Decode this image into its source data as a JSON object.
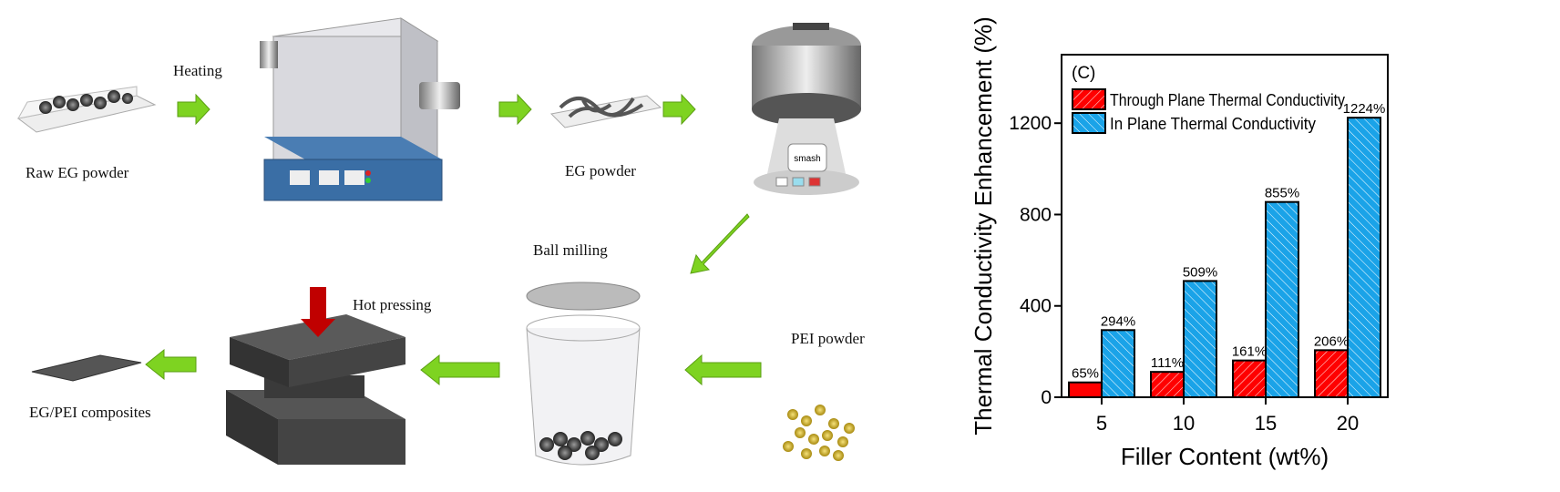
{
  "process": {
    "steps": {
      "raw": "Raw EG powder",
      "heating": "Heating",
      "eg": "EG powder",
      "smash": "smash",
      "ball_milling": "Ball milling",
      "pei": "PEI powder",
      "hot_pressing": "Hot pressing",
      "composite": "EG/PEI composites"
    },
    "colors": {
      "arrow": "#7ed321",
      "press_arrow": "#c00000",
      "furnace_base": "#3a6ea5"
    }
  },
  "chart_data": {
    "type": "bar",
    "panel_label": "(C)",
    "categories": [
      "5",
      "10",
      "15",
      "20"
    ],
    "series": [
      {
        "name": "Through Plane Thermal Conductivity",
        "values": [
          65,
          111,
          161,
          206
        ],
        "labels": [
          "65%",
          "111%",
          "161%",
          "206%"
        ],
        "color": "#ff0000"
      },
      {
        "name": "In Plane Thermal Conductivity",
        "values": [
          294,
          509,
          855,
          1224
        ],
        "labels": [
          "294%",
          "509%",
          "855%",
          "1224%"
        ],
        "color": "#1aa3e8"
      }
    ],
    "xlabel": "Filler Content (wt%)",
    "ylabel": "Thermal Conductivity Enhancement (%)",
    "ylim": [
      0,
      1500
    ],
    "yticks": [
      0,
      400,
      800,
      1200
    ],
    "legend": "top-left"
  }
}
